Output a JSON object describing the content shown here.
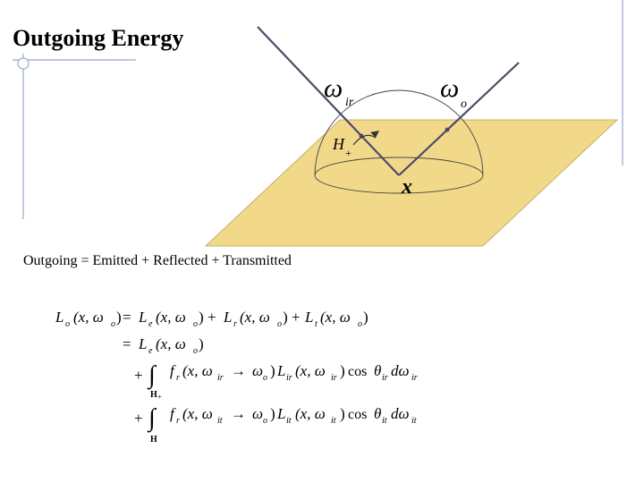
{
  "title": "Outgoing Energy",
  "caption": "Outgoing = Emitted + Reflected + Transmitted",
  "colors": {
    "surface": "#f2d98a",
    "surface_edge": "#b8a050",
    "ray": "#4a4a6a",
    "accent_line": "#9aa8c8"
  },
  "diagram": {
    "omega_ir": "ω",
    "omega_ir_sub": "ir",
    "omega_o": "ω",
    "omega_o_sub": "o",
    "hemisphere": "H",
    "hemisphere_sub": "+",
    "point": "x"
  },
  "equation": {
    "lhs": "L",
    "lhs_sub": "o",
    "args_o": "(x, ω",
    "args_o_sub": "o",
    "eq": "=",
    "plus": "+",
    "Le": "L",
    "Le_sub": "e",
    "Lr": "L",
    "Lr_sub": "r",
    "Lt": "L",
    "Lt_sub": "t",
    "integral": "∫",
    "H_plus": "H",
    "H_plus_sub": "+",
    "H": "H",
    "f": "f",
    "f_sub": "r",
    "omega_ir": "ω",
    "ir": "ir",
    "it": "it",
    "arrow": "→",
    "cos": "cos",
    "theta": "θ",
    "d_omega": "dω",
    "close": ")"
  }
}
